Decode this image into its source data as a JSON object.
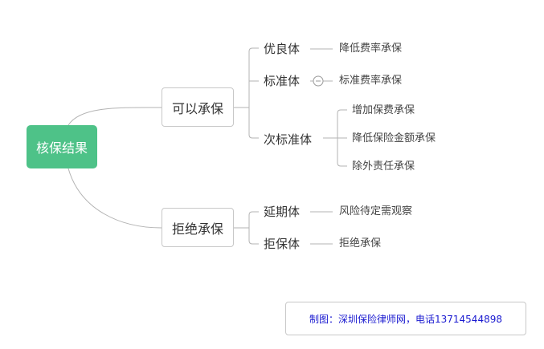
{
  "colors": {
    "root_fill": "#4ec288",
    "line": "#b3b3b3",
    "credit_text": "#1a1ad0"
  },
  "root": {
    "label": "核保结果"
  },
  "branches": [
    {
      "label": "可以承保",
      "children": [
        {
          "label": "优良体",
          "leaves": [
            "降低费率承保"
          ]
        },
        {
          "label": "标准体",
          "leaves": [
            "标准费率承保"
          ],
          "collapse_icon": "minus-circle-icon"
        },
        {
          "label": "次标准体",
          "leaves": [
            "增加保费承保",
            "降低保险金额承保",
            "除外责任承保"
          ]
        }
      ]
    },
    {
      "label": "拒绝承保",
      "children": [
        {
          "label": "延期体",
          "leaves": [
            "风险待定需观察"
          ]
        },
        {
          "label": "拒保体",
          "leaves": [
            "拒绝承保"
          ]
        }
      ]
    }
  ],
  "credit": {
    "text": "制图：深圳保险律师网，电话13714544898"
  }
}
